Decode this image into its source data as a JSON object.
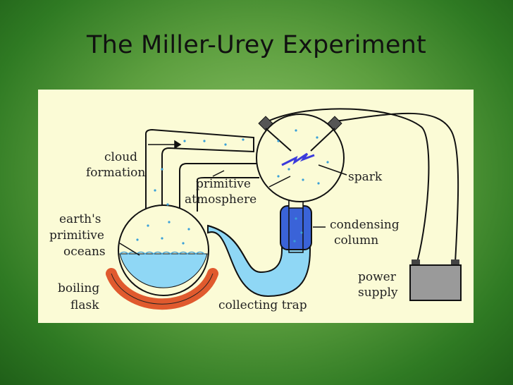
{
  "slide": {
    "title": "The Miller-Urey Experiment"
  },
  "diagram": {
    "labels": {
      "cloud_1": "cloud",
      "cloud_2": "formation",
      "primitive_1": "primitive",
      "primitive_2": "atmosphere",
      "spark": "spark",
      "oceans_1": "earth's",
      "oceans_2": "primitive",
      "oceans_3": "oceans",
      "condensing_1": "condensing",
      "condensing_2": "column",
      "power_1": "power",
      "power_2": "supply",
      "boiling_1": "boiling",
      "boiling_2": "flask",
      "trap": "collecting trap"
    },
    "colors": {
      "background_green": "#3f8a2e",
      "panel": "#fbfbd6",
      "water": "#8fd7f5",
      "condenser": "#3a63d8",
      "heater": "#ef5a2c",
      "spark": "#3b3bdb",
      "battery": "#9a9a9a"
    }
  }
}
